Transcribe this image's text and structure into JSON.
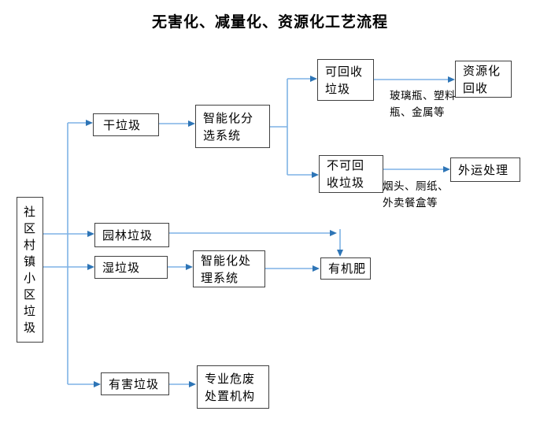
{
  "title": "无害化、减量化、资源化工艺流程",
  "colors": {
    "connector": "#7FB2E5",
    "arrowhead": "#2E75B6",
    "box_border": "#404040",
    "text": "#000000",
    "background": "#ffffff"
  },
  "nodes": {
    "source": {
      "label": "社\n区\n村\n镇\n小\n区\n垃\n圾"
    },
    "dry": {
      "label": "干垃圾"
    },
    "sorting": {
      "label": "智能化分\n选系统"
    },
    "recyclable": {
      "label": "可回收\n垃圾"
    },
    "resource_recovery": {
      "label": "资源化\n回收"
    },
    "non_recyclable": {
      "label": "不可回\n收垃圾"
    },
    "outbound": {
      "label": "外运处理"
    },
    "garden": {
      "label": "园林垃圾"
    },
    "wet": {
      "label": "湿垃圾"
    },
    "processing": {
      "label": "智能化处\n理系统"
    },
    "organic": {
      "label": "有机肥"
    },
    "hazardous": {
      "label": "有害垃圾"
    },
    "professional": {
      "label": "专业危废\n处置机构"
    }
  },
  "annotations": {
    "recyclable_examples": "玻璃瓶、塑料\n瓶、金属等",
    "non_recyclable_examples": "烟头、厕纸、\n外卖餐盒等"
  },
  "edges": [
    {
      "from": "社区村镇小区垃圾",
      "to": "干垃圾"
    },
    {
      "from": "社区村镇小区垃圾",
      "to": "园林垃圾"
    },
    {
      "from": "社区村镇小区垃圾",
      "to": "湿垃圾"
    },
    {
      "from": "社区村镇小区垃圾",
      "to": "有害垃圾"
    },
    {
      "from": "干垃圾",
      "to": "智能化分选系统"
    },
    {
      "from": "智能化分选系统",
      "to": "可回收垃圾"
    },
    {
      "from": "智能化分选系统",
      "to": "不可回收垃圾"
    },
    {
      "from": "可回收垃圾",
      "to": "资源化回收",
      "label": "玻璃瓶、塑料瓶、金属等"
    },
    {
      "from": "不可回收垃圾",
      "to": "外运处理",
      "label": "烟头、厕纸、外卖餐盒等"
    },
    {
      "from": "园林垃圾",
      "to": "有机肥"
    },
    {
      "from": "湿垃圾",
      "to": "智能化处理系统"
    },
    {
      "from": "智能化处理系统",
      "to": "有机肥"
    },
    {
      "from": "有害垃圾",
      "to": "专业危废处置机构"
    }
  ]
}
